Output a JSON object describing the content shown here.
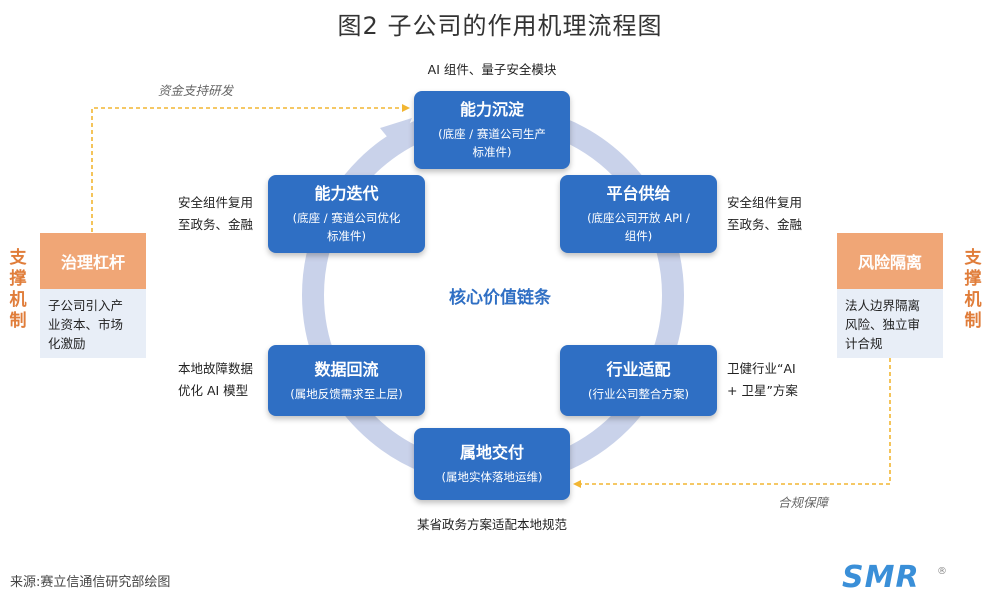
{
  "title": "图2 子公司的作用机理流程图",
  "core_label": "核心价值链条",
  "nodes": {
    "top": {
      "title": "能力沉淀",
      "sub1": "(底座 / 赛道公司生产",
      "sub2": "标准件)"
    },
    "upper_right": {
      "title": "平台供给",
      "sub1": "(底座公司开放 API /",
      "sub2": "组件)"
    },
    "lower_right": {
      "title": "行业适配",
      "sub1": "(行业公司整合方案)"
    },
    "bottom": {
      "title": "属地交付",
      "sub1": "(属地实体落地运维)"
    },
    "lower_left": {
      "title": "数据回流",
      "sub1": "(属地反馈需求至上层)"
    },
    "upper_left": {
      "title": "能力迭代",
      "sub1": "(底座 / 赛道公司优化",
      "sub2": "标准件)"
    }
  },
  "notes": {
    "top": "AI 组件、量子安全模块",
    "upper_right": [
      "安全组件复用",
      "至政务、金融"
    ],
    "lower_right": [
      "卫健行业“AI",
      "+ 卫星”方案"
    ],
    "bottom": "某省政务方案适配本地规范",
    "lower_left": [
      "本地故障数据",
      "优化 AI 模型"
    ],
    "upper_left": [
      "安全组件复用",
      "至政务、金融"
    ]
  },
  "left_mechanism": {
    "side_label": "支撑机制",
    "head": "治理杠杆",
    "body": [
      "子公司引入产",
      "业资本、市场",
      "化激励"
    ],
    "flow_label": "资金支持研发"
  },
  "right_mechanism": {
    "side_label": "支撑机制",
    "head": "风险隔离",
    "body": [
      "法人边界隔离",
      "风险、独立审",
      "计合规"
    ],
    "flow_label": "合规保障"
  },
  "footer": {
    "source": "来源:赛立信通信研究部绘图",
    "brand": "SMR",
    "reg": "®"
  },
  "colors": {
    "node_blue": "#2f6fc4",
    "ring": "#c9d2ea",
    "mech_orange": "#f0a676",
    "mech_body": "#e8eef7",
    "side_text": "#e07d3a",
    "dash_arrow": "#f2b632",
    "brand": "#3a8fd8"
  }
}
